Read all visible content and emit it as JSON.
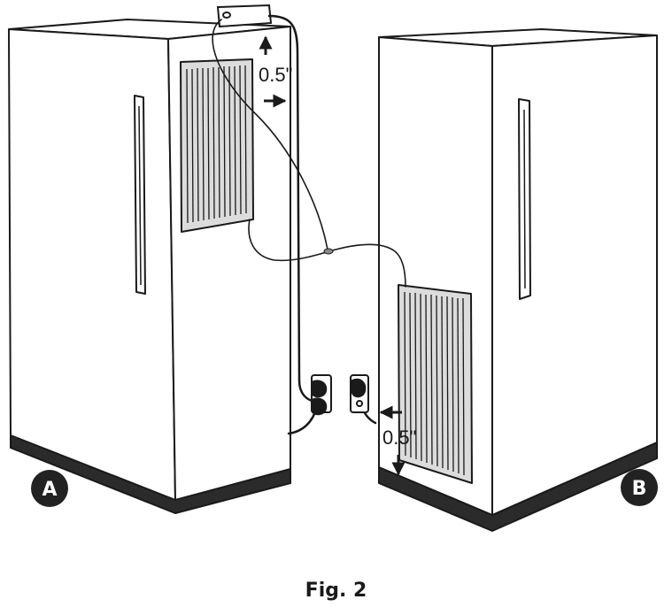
{
  "figure": {
    "caption": "Fig. 2",
    "badges": {
      "a": "A",
      "b": "B"
    },
    "clearance_top": "0.5\"",
    "clearance_bottom": "0.5\""
  },
  "colors": {
    "line": "#1a1a1a",
    "badge_fill": "#222222",
    "panel": "#ffffff",
    "base": "#2b2b2b"
  },
  "icons": [
    "double-arrow-clearance-icon",
    "plug-icon",
    "outlet-icon"
  ]
}
